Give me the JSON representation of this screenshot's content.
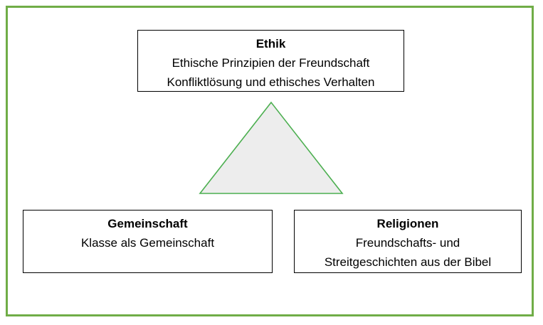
{
  "colors": {
    "frame_border": "#70AD47",
    "triangle_stroke": "#4CAF50",
    "triangle_fill": "#EDEDED",
    "box_border": "#000000",
    "text": "#000000"
  },
  "boxes": {
    "ethik": {
      "title": "Ethik",
      "lines": [
        "Ethische Prinzipien der Freundschaft",
        "Konfliktlösung und ethisches Verhalten"
      ]
    },
    "gemeinschaft": {
      "title": "Gemeinschaft",
      "lines": [
        "Klasse als Gemeinschaft"
      ]
    },
    "religionen": {
      "title": "Religionen",
      "lines": [
        "Freundschafts- und",
        "Streitgeschichten aus der Bibel"
      ]
    }
  }
}
